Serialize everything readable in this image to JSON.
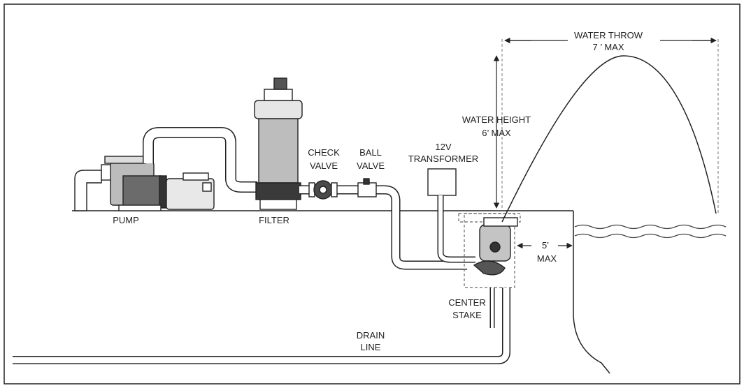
{
  "labels": {
    "pump": "PUMP",
    "filter": "FILTER",
    "check_valve": [
      "CHECK",
      "VALVE"
    ],
    "ball_valve": [
      "BALL",
      "VALVE"
    ],
    "transformer": [
      "12V",
      "TRANSFORMER"
    ],
    "water_height": [
      "WATER HEIGHT",
      "6’ MAX"
    ],
    "water_throw": [
      "WATER THROW",
      "7 ’ MAX"
    ],
    "distance": [
      "5’",
      "MAX"
    ],
    "center_stake": [
      "CENTER",
      "STAKE"
    ],
    "drain_line": [
      "DRAIN",
      "LINE"
    ]
  },
  "colors": {
    "stroke": "#222222",
    "background": "#ffffff",
    "dim_line": "#555555"
  }
}
